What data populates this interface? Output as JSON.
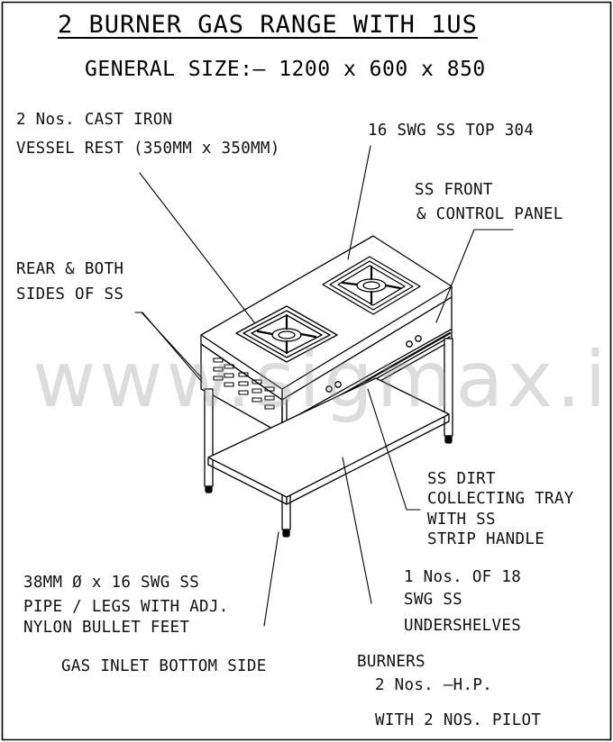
{
  "title": "2 BURNER GAS RANGE WITH 1US",
  "general_size": "GENERAL SIZE:– 1200 x 600 x 850",
  "watermark": "www.sigmax.in",
  "labels": {
    "vessel_rest_line1": "2 Nos. CAST IRON",
    "vessel_rest_line2": "VESSEL REST (350MM x 350MM)",
    "top": "16 SWG SS TOP 304",
    "front_panel_line1": "SS FRONT",
    "front_panel_line2": "& CONTROL PANEL",
    "rear_sides_line1": "REAR & BOTH",
    "rear_sides_line2": "SIDES OF SS",
    "dirt_tray_line1": "SS DIRT",
    "dirt_tray_line2": "COLLECTING TRAY",
    "dirt_tray_line3": "WITH SS",
    "dirt_tray_line4": "STRIP HANDLE",
    "legs_line1": "38MM Ø x 16 SWG SS",
    "legs_line2": "PIPE / LEGS WITH ADJ.",
    "legs_line3": "NYLON BULLET FEET",
    "undershelf_line1": "1 Nos. OF 18",
    "undershelf_line2": "SWG SS",
    "undershelf_line3": "UNDERSHELVES",
    "gas_inlet": "GAS INLET BOTTOM SIDE",
    "burners_line1": "BURNERS",
    "burners_line2": "2 Nos. –H.P.",
    "burners_line3": "WITH 2 NOS. PILOT"
  },
  "colors": {
    "ink": "#000000",
    "paper": "#ffffff",
    "watermark": "#969696"
  }
}
